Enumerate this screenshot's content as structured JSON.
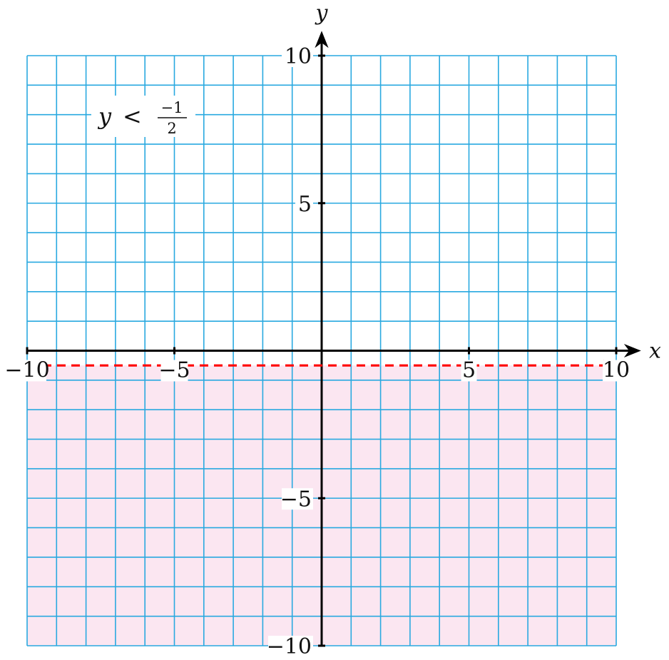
{
  "chart_data": {
    "type": "line",
    "title": "",
    "xlabel": "x",
    "ylabel": "y",
    "xlim": [
      -10,
      10
    ],
    "ylim": [
      -10,
      10
    ],
    "grid": true,
    "grid_step": 1,
    "x_ticks": [
      -10,
      -5,
      5,
      10
    ],
    "y_ticks": [
      10,
      5,
      -5,
      -10
    ],
    "x_tick_labels": [
      "−10",
      "−5",
      "5",
      "10"
    ],
    "y_tick_labels": [
      "10",
      "5",
      "−5",
      "−10"
    ],
    "boundary": {
      "equation": "y = -1/2",
      "y": -0.5,
      "x_range": [
        -10,
        10
      ],
      "style": "dashed",
      "arrows": "both"
    },
    "shaded_region": "below",
    "inequality": {
      "lhs": "y",
      "op": "<",
      "numerator": "−1",
      "denominator": "2"
    },
    "colors": {
      "grid": "#29a9e0",
      "boundary": "#ff0000",
      "shade": "#fbe6f1",
      "axis": "#000000"
    }
  }
}
